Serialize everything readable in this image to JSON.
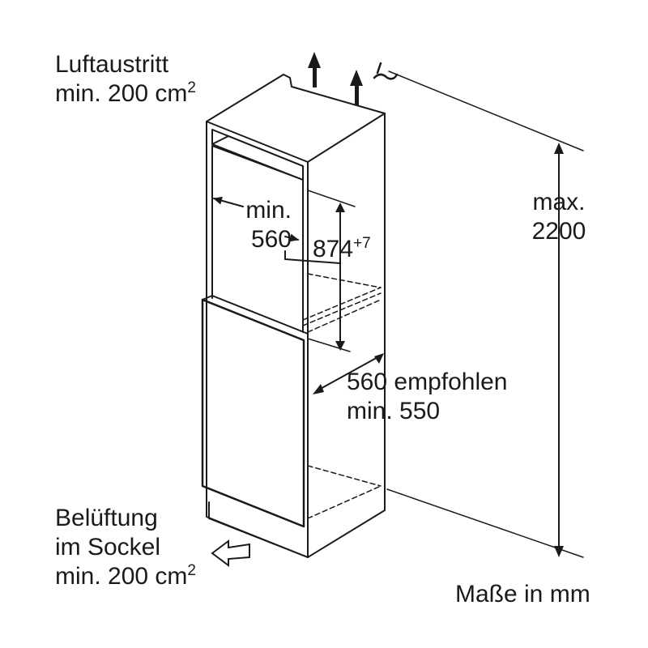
{
  "labels": {
    "air_outlet_line1": "Luftaustritt",
    "air_outlet_line2": "min. 200 cm",
    "air_outlet_sup": "2",
    "niche_depth_line1": "min.",
    "niche_depth_line2": "560",
    "opening_height": "874",
    "opening_height_tolerance": "+7",
    "niche_width_line1": "560 empfohlen",
    "niche_width_line2": "min. 550",
    "max_height_line1": "max.",
    "max_height_line2": "2200",
    "ventilation_line1": "Belüftung",
    "ventilation_line2": "im Sockel",
    "ventilation_line3": "min. 200 cm",
    "ventilation_sup": "2",
    "units_note": "Maße in mm"
  },
  "colors": {
    "line": "#1a1a1a",
    "background": "#ffffff"
  }
}
